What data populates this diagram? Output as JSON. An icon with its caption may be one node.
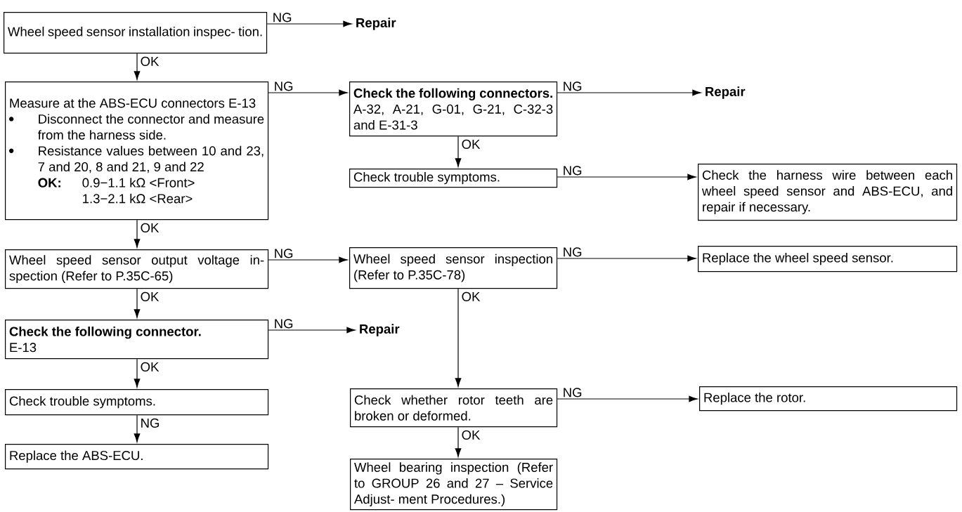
{
  "diagram": {
    "nodes": [
      {
        "text": [
          "Wheel speed sensor installation inspec- tion."
        ]
      },
      {
        "text": [
          "Repair"
        ]
      },
      {
        "text": [
          "Measure at the ABS-ECU connectors E-13",
          "Disconnect the connector and measure from the harness side.",
          "Resistance values between 10 and 23, 7 and 20, 8 and 21, 9 and 22",
          "OK:",
          "0.9−1.1 kΩ <Front>",
          "1.3−2.1 kΩ <Rear>"
        ]
      },
      {
        "text": [
          "Check the following connectors.",
          "A-32, A-21, G-01, G-21, C-32-3 and E-31-3"
        ]
      },
      {
        "text": [
          "Repair"
        ]
      },
      {
        "text": [
          "Check trouble symptoms."
        ]
      },
      {
        "text": [
          "Check the harness wire between each wheel speed sensor and ABS-ECU, and repair if necessary."
        ]
      },
      {
        "text": [
          "Wheel speed sensor output voltage in- spection (Refer to P.35C-65)"
        ]
      },
      {
        "text": [
          "Wheel speed sensor inspection (Refer to P.35C-78)"
        ]
      },
      {
        "text": [
          "Replace the wheel speed sensor."
        ]
      },
      {
        "text": [
          "Check the following connector.",
          "E-13"
        ]
      },
      {
        "text": [
          "Repair"
        ]
      },
      {
        "text": [
          "Check trouble symptoms."
        ]
      },
      {
        "text": [
          "Replace the ABS-ECU."
        ]
      },
      {
        "text": [
          "Check whether rotor teeth are broken or deformed."
        ]
      },
      {
        "text": [
          "Replace the rotor."
        ]
      },
      {
        "text": [
          "Wheel bearing inspection (Refer to GROUP 26 and 27 – Service Adjust- ment Procedures.)"
        ]
      }
    ],
    "edges": [
      {
        "from": 0,
        "to": 1,
        "arrow": "to",
        "label": "NG"
      },
      {
        "from": 0,
        "to": 2,
        "arrow": "to",
        "label": "OK"
      },
      {
        "from": 2,
        "to": 3,
        "arrow": "to",
        "label": "NG"
      },
      {
        "from": 2,
        "to": 7,
        "arrow": "to",
        "label": "OK"
      },
      {
        "from": 3,
        "to": 4,
        "arrow": "to",
        "label": "NG"
      },
      {
        "from": 3,
        "to": 5,
        "arrow": "to",
        "label": "OK"
      },
      {
        "from": 5,
        "to": 6,
        "arrow": "to",
        "label": "NG"
      },
      {
        "from": 7,
        "to": 8,
        "arrow": "to",
        "label": "NG"
      },
      {
        "from": 7,
        "to": 10,
        "arrow": "to",
        "label": "OK"
      },
      {
        "from": 8,
        "to": 9,
        "arrow": "to",
        "label": "NG"
      },
      {
        "from": 8,
        "to": 14,
        "arrow": "to",
        "label": "OK"
      },
      {
        "from": 10,
        "to": 11,
        "arrow": "to",
        "label": "NG"
      },
      {
        "from": 10,
        "to": 12,
        "arrow": "to",
        "label": "OK"
      },
      {
        "from": 12,
        "to": 13,
        "arrow": "to",
        "label": "NG"
      },
      {
        "from": 14,
        "to": 15,
        "arrow": "to",
        "label": "NG"
      },
      {
        "from": 14,
        "to": 16,
        "arrow": "to",
        "label": "OK"
      }
    ]
  }
}
